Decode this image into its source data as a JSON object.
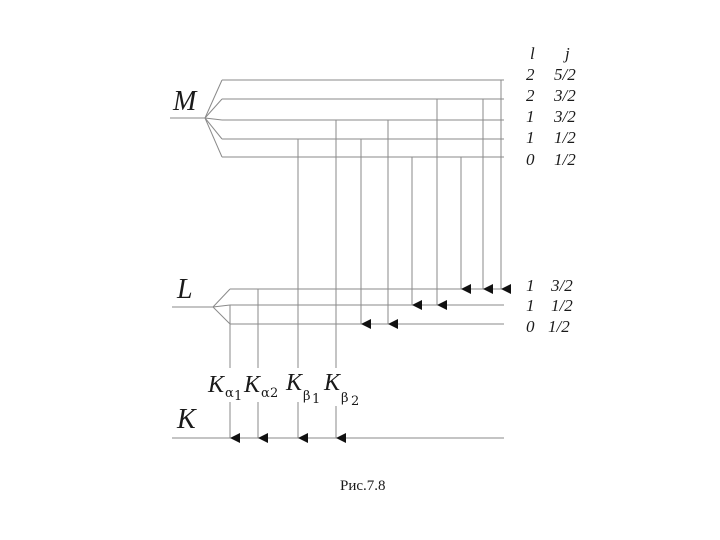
{
  "shells": {
    "M": "M",
    "L": "L",
    "K": "K"
  },
  "headers": {
    "l": "l",
    "j": "j"
  },
  "m_levels": [
    {
      "l": "2",
      "j": "5/2"
    },
    {
      "l": "2",
      "j": "3/2"
    },
    {
      "l": "1",
      "j": "3/2"
    },
    {
      "l": "1",
      "j": "1/2"
    },
    {
      "l": "0",
      "j": "1/2"
    }
  ],
  "l_levels": [
    {
      "l": "1",
      "j": "3/2"
    },
    {
      "l": "1",
      "j": "1/2"
    },
    {
      "l": "0",
      "j": "1/2"
    }
  ],
  "k_lines": [
    {
      "main": "K",
      "sub": "α",
      "subsub": "1"
    },
    {
      "main": "K",
      "sub": "α",
      "subsub": "2"
    },
    {
      "main": "K",
      "sub": "β",
      "subsub": "1"
    },
    {
      "main": "K",
      "sub": "β",
      "subsub": "2"
    }
  ],
  "caption": "Рис.7.8"
}
